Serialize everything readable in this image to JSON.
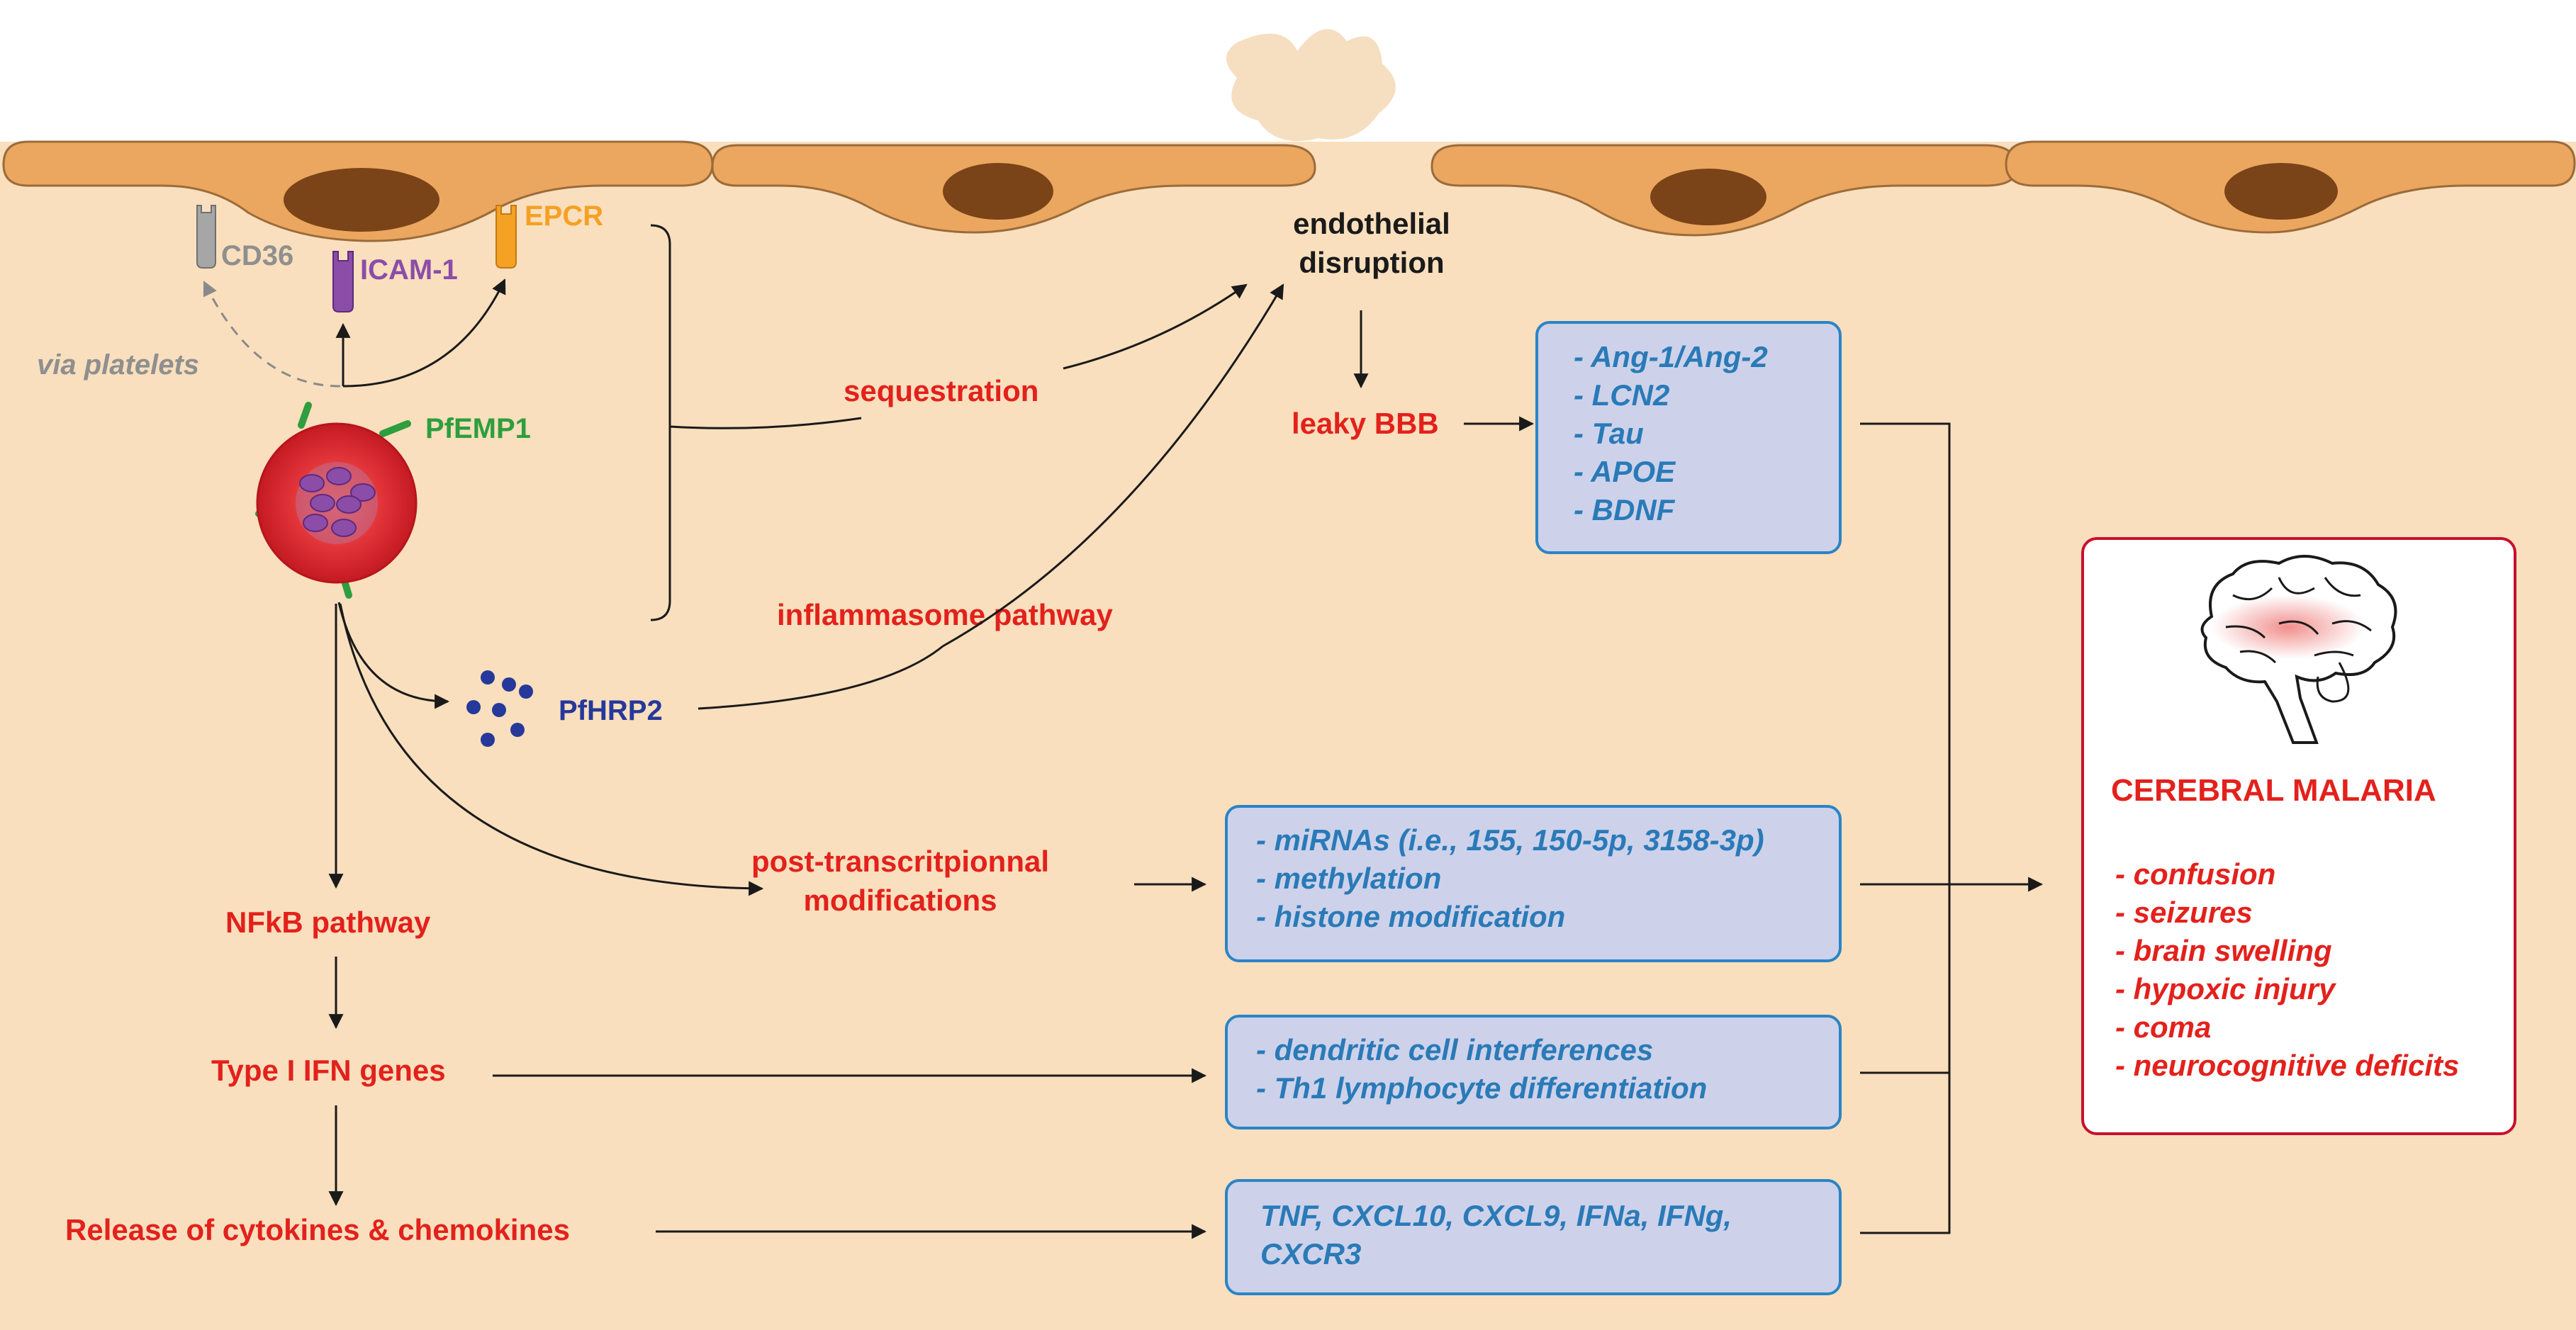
{
  "colors": {
    "background": "#f9dfbd",
    "cell": "#eba75f",
    "nucleus": "#7a4318",
    "red_text": "#e3211c",
    "blue_text": "#2a7ab8",
    "box_fill": "#cdd2ea",
    "box_border": "#2b84c6",
    "receptor_cd36": "#a6a6a6",
    "receptor_icam": "#8b4da8",
    "receptor_epcr": "#f4a124",
    "pfemp1": "#2e9e3e",
    "pfhrp2": "#26399a"
  },
  "receptors": {
    "cd36": "CD36",
    "icam1": "ICAM-1",
    "epcr": "EPCR"
  },
  "via_platelets": "via platelets",
  "pfemp1": "PfEMP1",
  "pfhrp2": "PfHRP2",
  "pathways": {
    "sequestration": "sequestration",
    "inflammasome": "inflammasome pathway",
    "post_transcriptional_line1": "post-transcritpionnal",
    "post_transcriptional_line2": "modifications",
    "nfkb": "NFkB pathway",
    "type1_ifn": "Type I IFN genes",
    "release": "Release of cytokines & chemokines"
  },
  "endothelial_line1": "endothelial",
  "endothelial_line2": "disruption",
  "leaky_bbb": "leaky BBB",
  "boxes": {
    "bbb_markers": [
      "- Ang-1/Ang-2",
      "- LCN2",
      "- Tau",
      "- APOE",
      "- BDNF"
    ],
    "epigenetic": [
      "- miRNAs (i.e., 155, 150-5p, 3158-3p)",
      "- methylation",
      "- histone modification"
    ],
    "immune": [
      "- dendritic cell interferences",
      "- Th1 lymphocyte differentiation"
    ],
    "cytokines": [
      "TNF, CXCL10, CXCL9, IFNa, IFNg,",
      "CXCR3"
    ]
  },
  "outcome": {
    "title": "CEREBRAL MALARIA",
    "symptoms": [
      "- confusion",
      "- seizures",
      "- brain swelling",
      "- hypoxic injury",
      "- coma",
      "- neurocognitive deficits"
    ]
  }
}
